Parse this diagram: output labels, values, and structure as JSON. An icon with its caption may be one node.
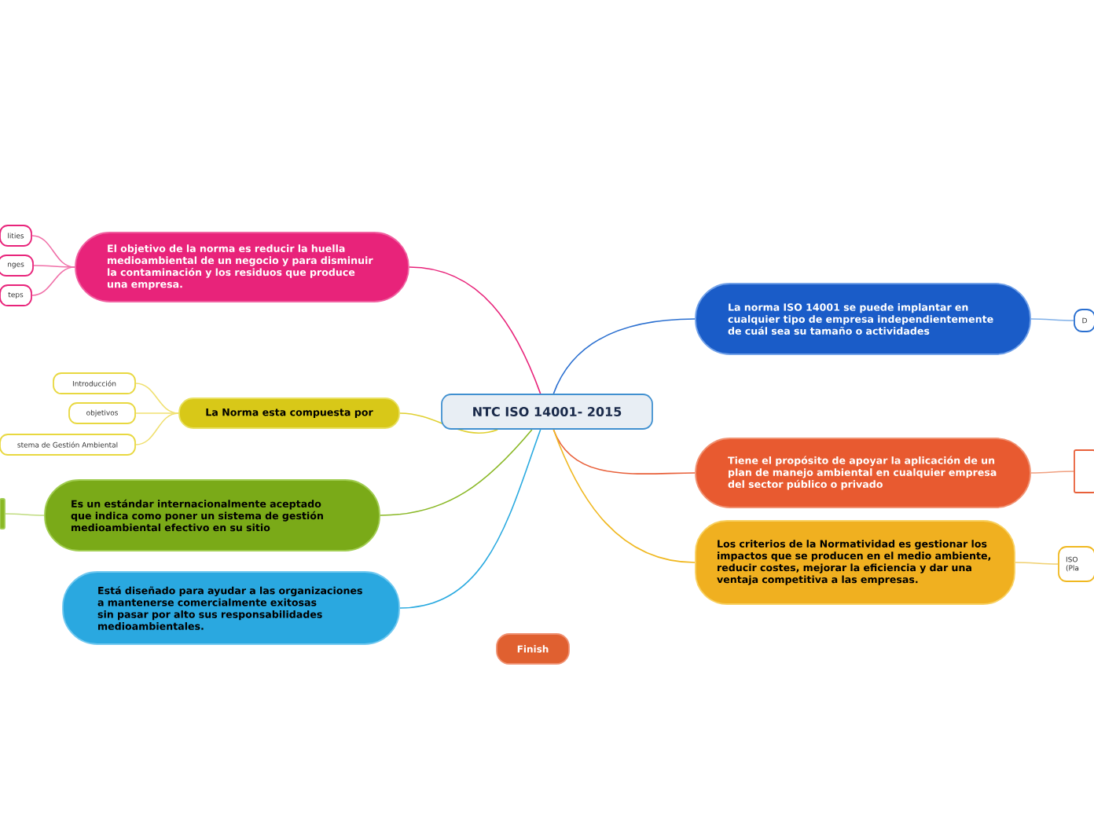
{
  "diagram": {
    "nodes": [
      {
        "text": [
          "NTC ISO 14001- 2015"
        ]
      },
      {
        "text": [
          "El objetivo de la norma es reducir la huella medioambiental de un negocio y para disminuir la contaminación y los residuos que produce una empresa."
        ]
      },
      {
        "text": [
          "lities"
        ]
      },
      {
        "text": [
          "nges"
        ]
      },
      {
        "text": [
          "teps"
        ]
      },
      {
        "text": [
          "La Norma esta compuesta por"
        ]
      },
      {
        "text": [
          "Introducción"
        ]
      },
      {
        "text": [
          "objetivos"
        ]
      },
      {
        "text": [
          "stema de Gestión Ambiental"
        ]
      },
      {
        "text": [
          "Es un estándar internacionalmente aceptado que indica como poner un sistema de gestión medioambiental efectivo en su sitio"
        ]
      },
      {
        "text": [],
        "shape": "box"
      },
      {
        "text": [
          "Está diseñado para ayudar a las organizaciones a mantenerse comercialmente exitosas sin pasar por alto sus responsabilidades medioambientales."
        ]
      },
      {
        "text": [
          "Finish"
        ]
      },
      {
        "text": [
          "La norma ISO 14001 se puede implantar en cualquier tipo de empresa independientemente de cuál sea su tamaño o actividades"
        ]
      },
      {
        "text": [
          "D"
        ]
      },
      {
        "text": [
          "Tiene el propósito de apoyar la aplicación de un plan de manejo ambiental en cualquier empresa del sector público o privado"
        ]
      },
      {
        "text": [],
        "shape": "box"
      },
      {
        "text": [
          "Los criterios de la Normatividad es gestionar los impactos que se producen en el medio ambiente, reducir costes, mejorar la eficiencia y dar una ventaja competitiva a las empresas."
        ]
      },
      {
        "text": [
          "ISO (Pla"
        ]
      }
    ],
    "edges": [
      {
        "from": 0,
        "to": 1,
        "arrow": "none",
        "color": "#e8237a"
      },
      {
        "from": 1,
        "to": 2,
        "arrow": "none",
        "color": "#f070a8"
      },
      {
        "from": 1,
        "to": 3,
        "arrow": "none",
        "color": "#f070a8"
      },
      {
        "from": 1,
        "to": 4,
        "arrow": "none",
        "color": "#f070a8"
      },
      {
        "from": 0,
        "to": 5,
        "arrow": "none",
        "color": "#e0d030"
      },
      {
        "from": 5,
        "to": 6,
        "arrow": "none",
        "color": "#f0e070"
      },
      {
        "from": 5,
        "to": 7,
        "arrow": "none",
        "color": "#f0e070"
      },
      {
        "from": 5,
        "to": 8,
        "arrow": "none",
        "color": "#f0e070"
      },
      {
        "from": 0,
        "to": 9,
        "arrow": "none",
        "color": "#8ab826"
      },
      {
        "from": 9,
        "to": 10,
        "arrow": "none",
        "color": "#c0dc80"
      },
      {
        "from": 0,
        "to": 11,
        "arrow": "none",
        "color": "#2aaae0"
      },
      {
        "from": 0,
        "to": 13,
        "arrow": "none",
        "color": "#2a6fd0"
      },
      {
        "from": 13,
        "to": 14,
        "arrow": "none",
        "color": "#80b0e8"
      },
      {
        "from": 0,
        "to": 15,
        "arrow": "none",
        "color": "#e8603a"
      },
      {
        "from": 15,
        "to": 16,
        "arrow": "none",
        "color": "#f0a080"
      },
      {
        "from": 0,
        "to": 17,
        "arrow": "none",
        "color": "#f0b820"
      },
      {
        "from": 17,
        "to": 18,
        "arrow": "none",
        "color": "#f0d070"
      }
    ]
  }
}
